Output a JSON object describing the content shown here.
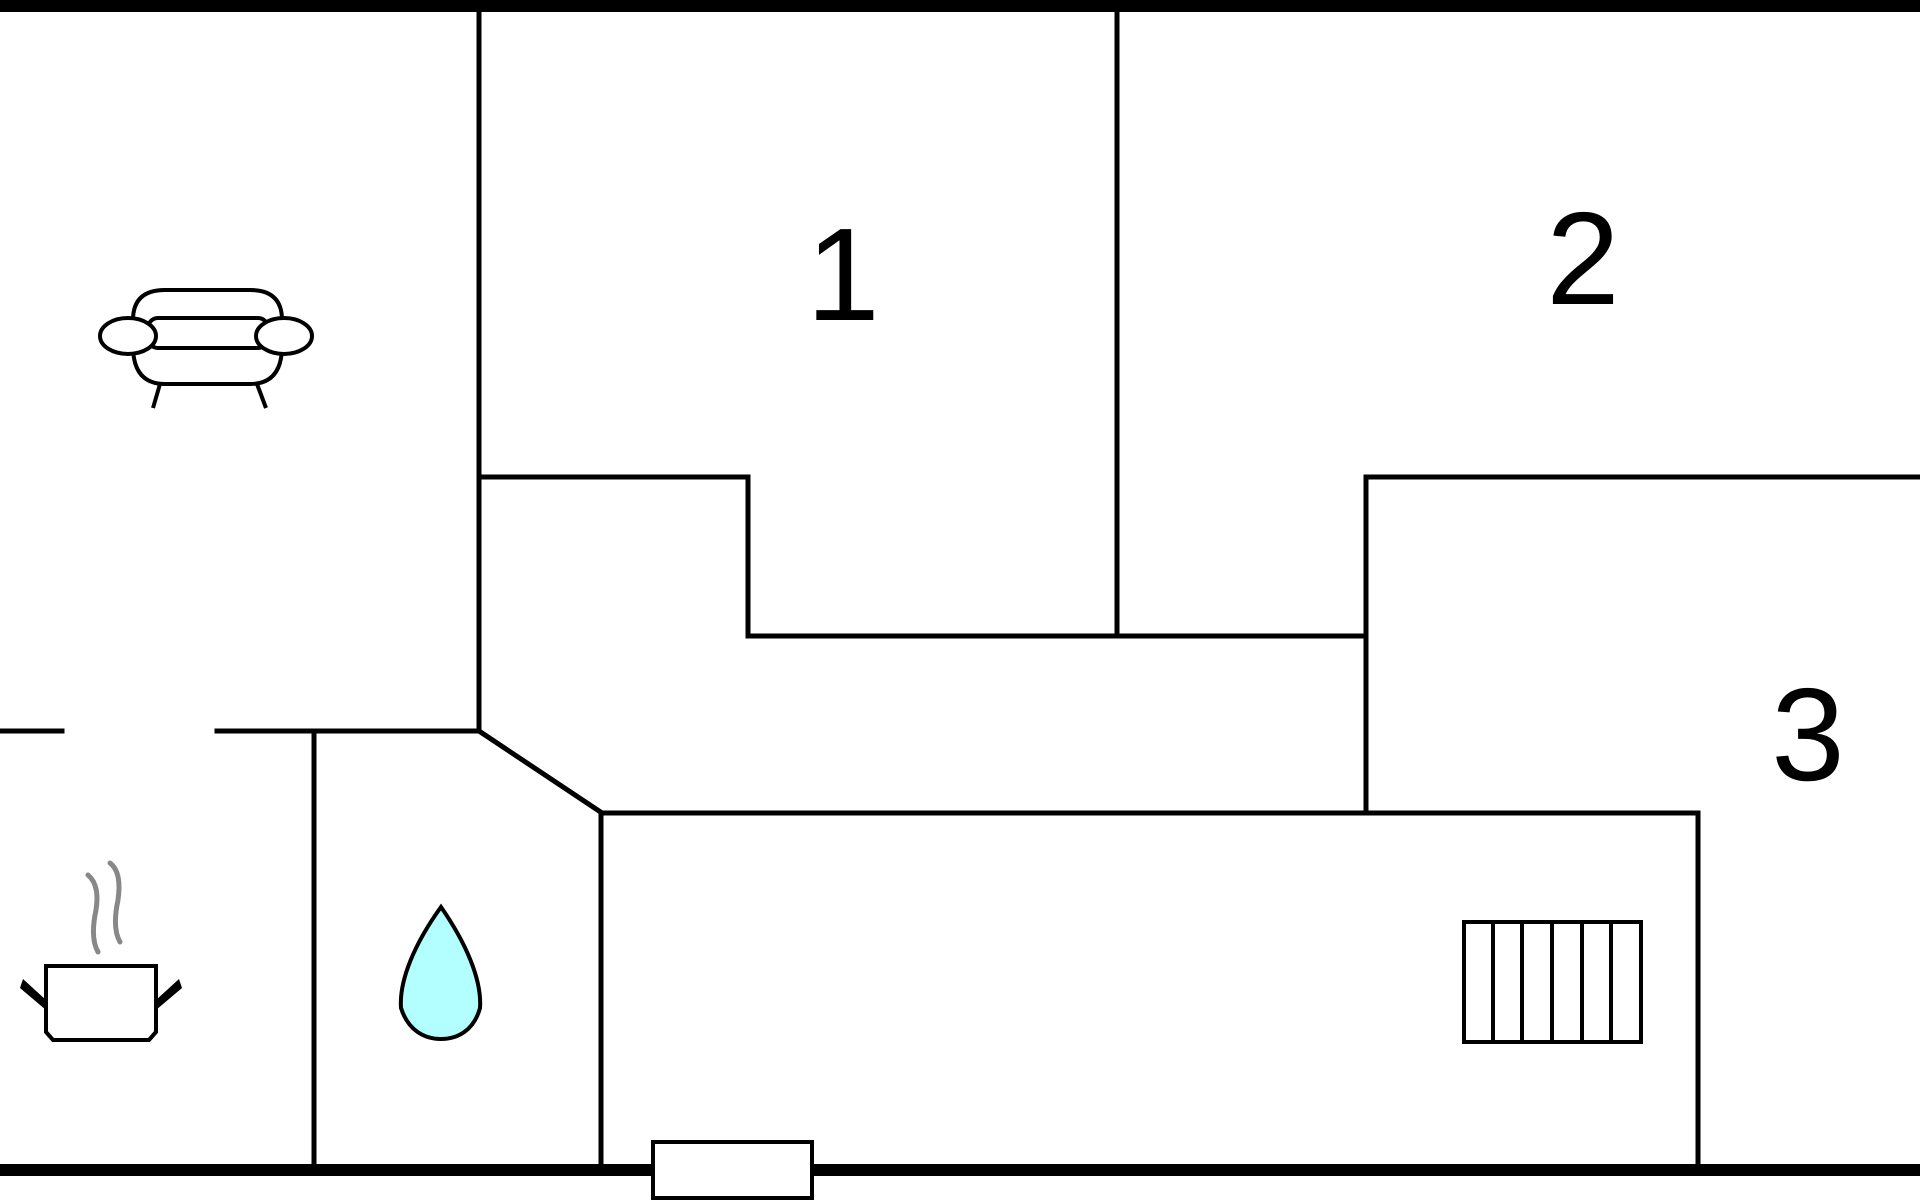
{
  "rooms": [
    {
      "id": "room-1",
      "label": "1"
    },
    {
      "id": "room-2",
      "label": "2"
    },
    {
      "id": "room-3",
      "label": "3"
    }
  ],
  "symbols": [
    {
      "id": "living-room",
      "icon": "sofa-icon"
    },
    {
      "id": "kitchen",
      "icon": "cooking-pot-icon"
    },
    {
      "id": "bathroom",
      "icon": "water-drop-icon"
    },
    {
      "id": "radiator",
      "icon": "radiator-icon"
    },
    {
      "id": "entrance",
      "icon": "door-step-icon"
    }
  ],
  "colors": {
    "walls": "#000000",
    "water_drop": "#b3ffff",
    "steam": "#888888",
    "background": "#ffffff"
  }
}
